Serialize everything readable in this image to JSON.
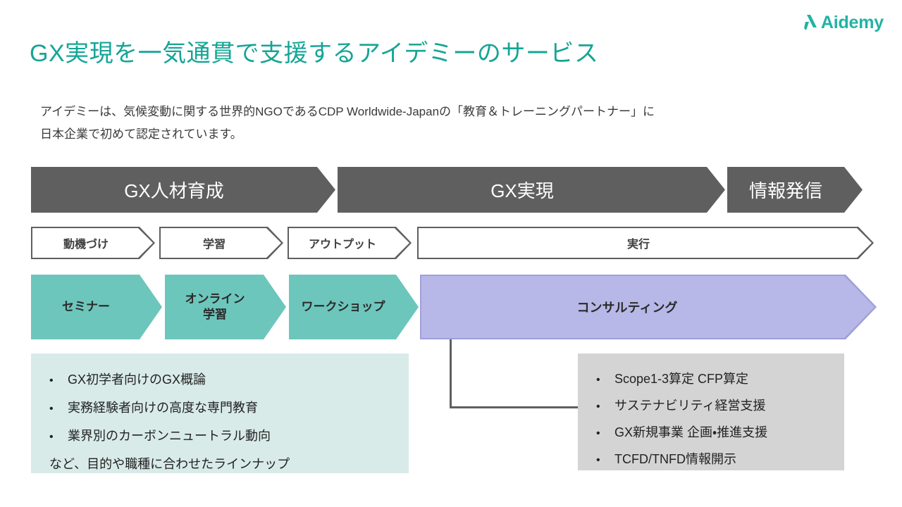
{
  "brand": {
    "logo_text": "Aidemy",
    "logo_mark_name": "aidemy-slash-mark",
    "accent_color": "#22B3A4",
    "title_color": "#15A596"
  },
  "header": {
    "title": "GX実現を一気通貫で支援するアイデミーのサービス",
    "subtitle_line1": "アイデミーは、気候変動に関する世界的NGOであるCDP Worldwide-Japanの「教育＆トレーニングパートナー」に",
    "subtitle_line2": "日本企業で初めて認定されています。"
  },
  "diagram": {
    "phases": [
      {
        "label": "GX人材育成",
        "color": "#5F5F5F"
      },
      {
        "label": "GX実現",
        "color": "#5F5F5F"
      },
      {
        "label": "情報発信",
        "color": "#5F5F5F"
      }
    ],
    "stages": [
      {
        "label": "動機づけ"
      },
      {
        "label": "学習"
      },
      {
        "label": "アウトプット"
      },
      {
        "label": "実行"
      }
    ],
    "services": [
      {
        "label": "セミナー",
        "color": "#6DC6BC"
      },
      {
        "label": "オンライン\n学習",
        "line1": "オンライン",
        "line2": "学習",
        "color": "#6DC6BC"
      },
      {
        "label": "ワークショップ",
        "color": "#6DC6BC"
      }
    ],
    "consulting": {
      "label": "コンサルティング",
      "color": "#B7B8E7",
      "border_color": "#9FA0D8"
    }
  },
  "details": {
    "training": {
      "background_color": "#D8EBE8",
      "bullet_glyph": "•",
      "items": [
        "GX初学者向けのGX概論",
        "実務経験者向けの高度な専門教育",
        "業界別のカーボンニュートラル動向"
      ],
      "note": "など、目的や職種に合わせたラインナップ"
    },
    "consulting": {
      "background_color": "#D4D4D4",
      "bullet_glyph": "•",
      "items": [
        "Scope1-3算定 CFP算定",
        "サステナビリティ経営支援",
        "GX新規事業 企画・推進支援",
        "TCFD/TNFD情報開示"
      ]
    }
  }
}
